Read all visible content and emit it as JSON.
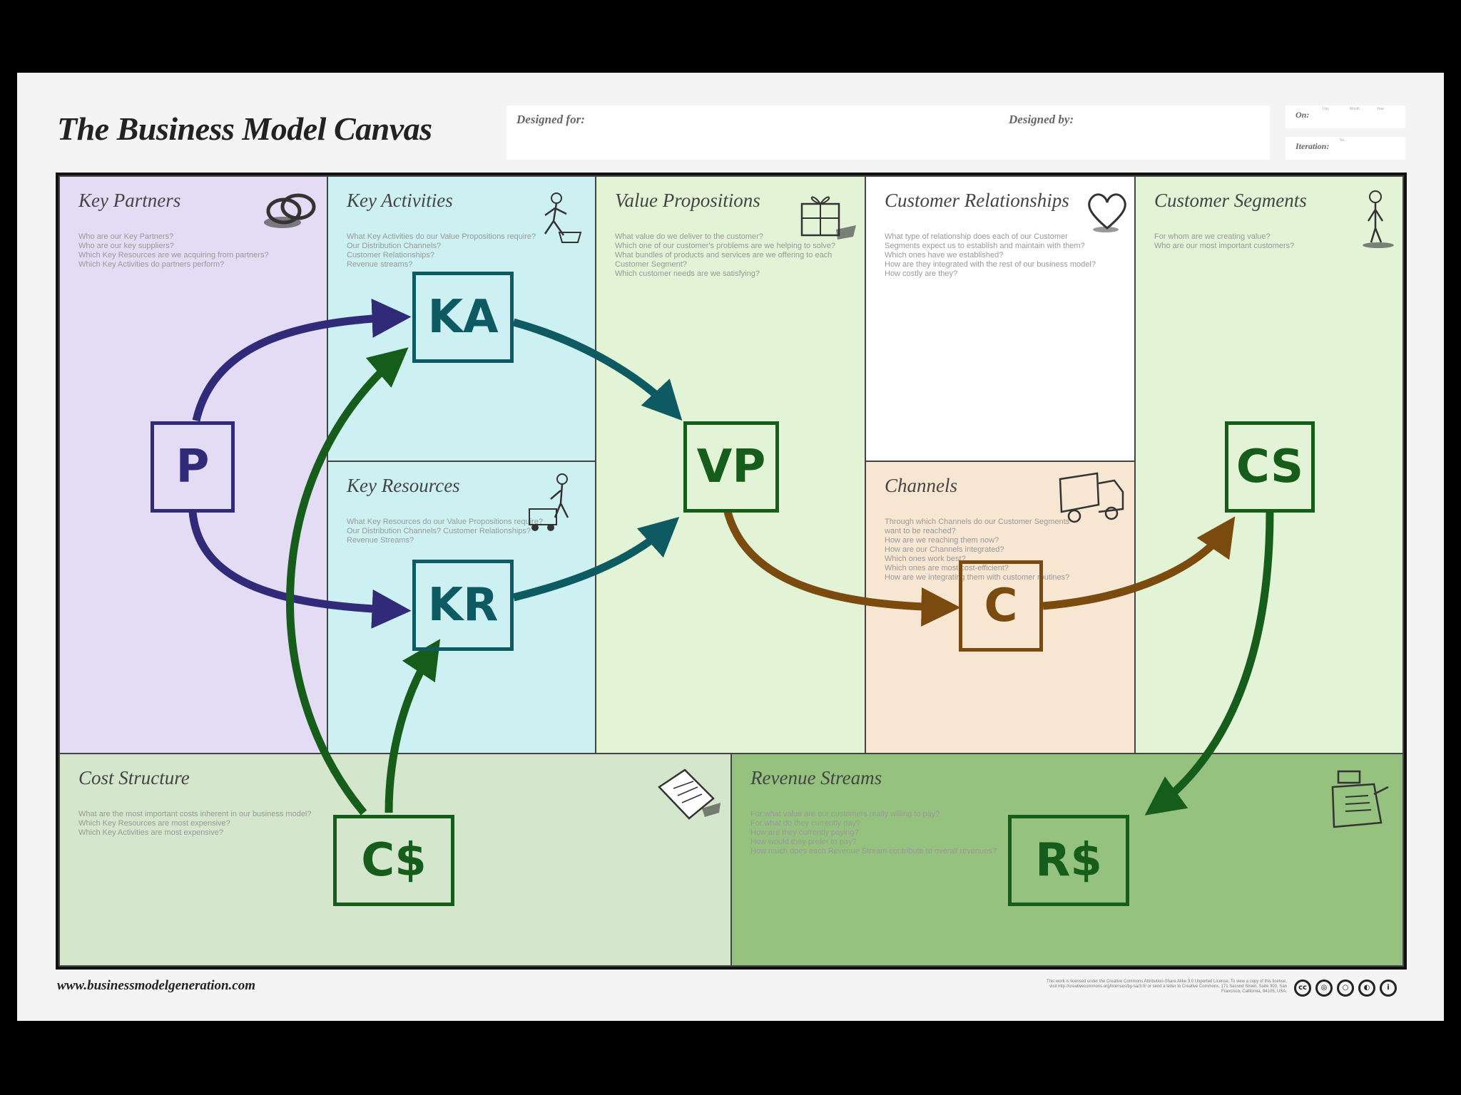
{
  "canvas": {
    "title": "The Business Model Canvas",
    "designed_for_label": "Designed for:",
    "designed_by_label": "Designed by:",
    "on_label": "On:",
    "iteration_label": "Iteration:",
    "date_day": "Day",
    "date_month": "Month",
    "date_year": "Year",
    "iteration_no": "No.",
    "footer_url": "www.businessmodelgeneration.com",
    "license_text": "This work is licensed under the Creative Commons Attribution-Share Alike 3.0 Unported License. To view a copy of this license, visit http://creativecommons.org/licenses/by-sa/3.0/ or send a letter to Creative Commons, 171 Second Street, Suite 300, San Francisco, California, 94105, USA."
  },
  "blocks": {
    "key_partners": {
      "name": "Key Partners",
      "questions": "Who are our Key Partners?\nWho are our key suppliers?\nWhich Key Resources are we acquiring from partners?\nWhich Key Activities do partners perform?"
    },
    "key_activities": {
      "name": "Key Activities",
      "questions": "What Key Activities do our Value Propositions require?\nOur Distribution Channels?\nCustomer Relationships?\nRevenue streams?"
    },
    "key_resources": {
      "name": "Key Resources",
      "questions": "What Key Resources do our Value Propositions require?\nOur Distribution Channels? Customer Relationships?\nRevenue Streams?"
    },
    "value_propositions": {
      "name": "Value Propositions",
      "questions": "What value do we deliver to the customer?\nWhich one of our customer's problems are we helping to solve?\nWhat bundles of products and services are we offering to each Customer Segment?\nWhich customer needs are we satisfying?"
    },
    "customer_relationships": {
      "name": "Customer Relationships",
      "questions": "What type of relationship does each of our Customer\nSegments expect us to establish and maintain with them?\nWhich ones have we established?\nHow are they integrated with the rest of our business model?\nHow costly are they?"
    },
    "channels": {
      "name": "Channels",
      "questions": "Through which Channels do our Customer Segments\nwant to be reached?\nHow are we reaching them now?\nHow are our Channels integrated?\nWhich ones work best?\nWhich ones are most cost-efficient?\nHow are we integrating them with customer routines?"
    },
    "customer_segments": {
      "name": "Customer Segments",
      "questions": "For whom are we creating value?\nWho are our most important customers?"
    },
    "cost_structure": {
      "name": "Cost Structure",
      "questions": "What are the most important costs inherent in our business model?\nWhich Key Resources are most expensive?\nWhich Key Activities are most expensive?"
    },
    "revenue_streams": {
      "name": "Revenue Streams",
      "questions": "For what value are our customers really willing to pay?\nFor what do they currently pay?\nHow are they currently paying?\nHow would they prefer to pay?\nHow much does each Revenue Stream contribute to overall revenues?"
    }
  },
  "nodes": {
    "p": "P",
    "ka": "KA",
    "kr": "KR",
    "vp": "VP",
    "c": "C",
    "cs": "CS",
    "cost": "C$",
    "rev": "R$"
  },
  "colors": {
    "purple": "#312a78",
    "teal": "#0e5a63",
    "green": "#165c1a",
    "brown": "#7a4a0e",
    "bg_partners": "#e3dcf4",
    "bg_activities": "#cdf0f2",
    "bg_value": "#e2f3d6",
    "bg_relationships": "#ffffff",
    "bg_channels": "#f7e6d2",
    "bg_segments": "#e2f3d6",
    "bg_cost": "#d4e6cb",
    "bg_revenue": "#96c27f"
  }
}
